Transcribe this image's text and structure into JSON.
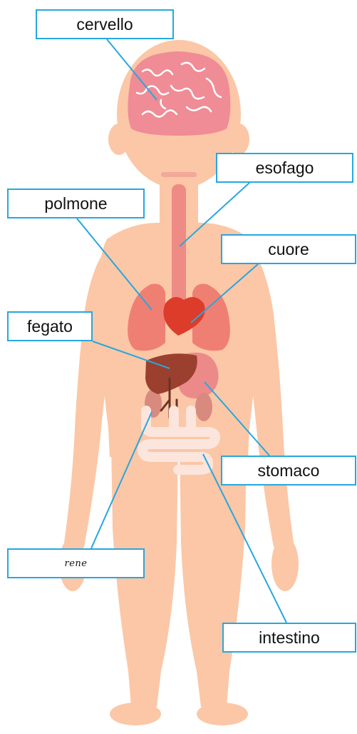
{
  "labels": {
    "cervello": "cervello",
    "esofago": "esofago",
    "polmone": "polmone",
    "cuore": "cuore",
    "fegato": "fegato",
    "stomaco": "stomaco",
    "rene": "rene",
    "intestino": "intestino"
  },
  "colors": {
    "skin": "#fbc7a6",
    "brain": "#ef8c96",
    "lung": "#ef7f73",
    "heart": "#dd3c2b",
    "liver": "#9b3f2e",
    "stomach": "#ec8a8a",
    "kidney": "#d98a7f",
    "intestine": "#fbe5dc",
    "esophagus": "#ee8b85",
    "line": "#27a7df"
  }
}
